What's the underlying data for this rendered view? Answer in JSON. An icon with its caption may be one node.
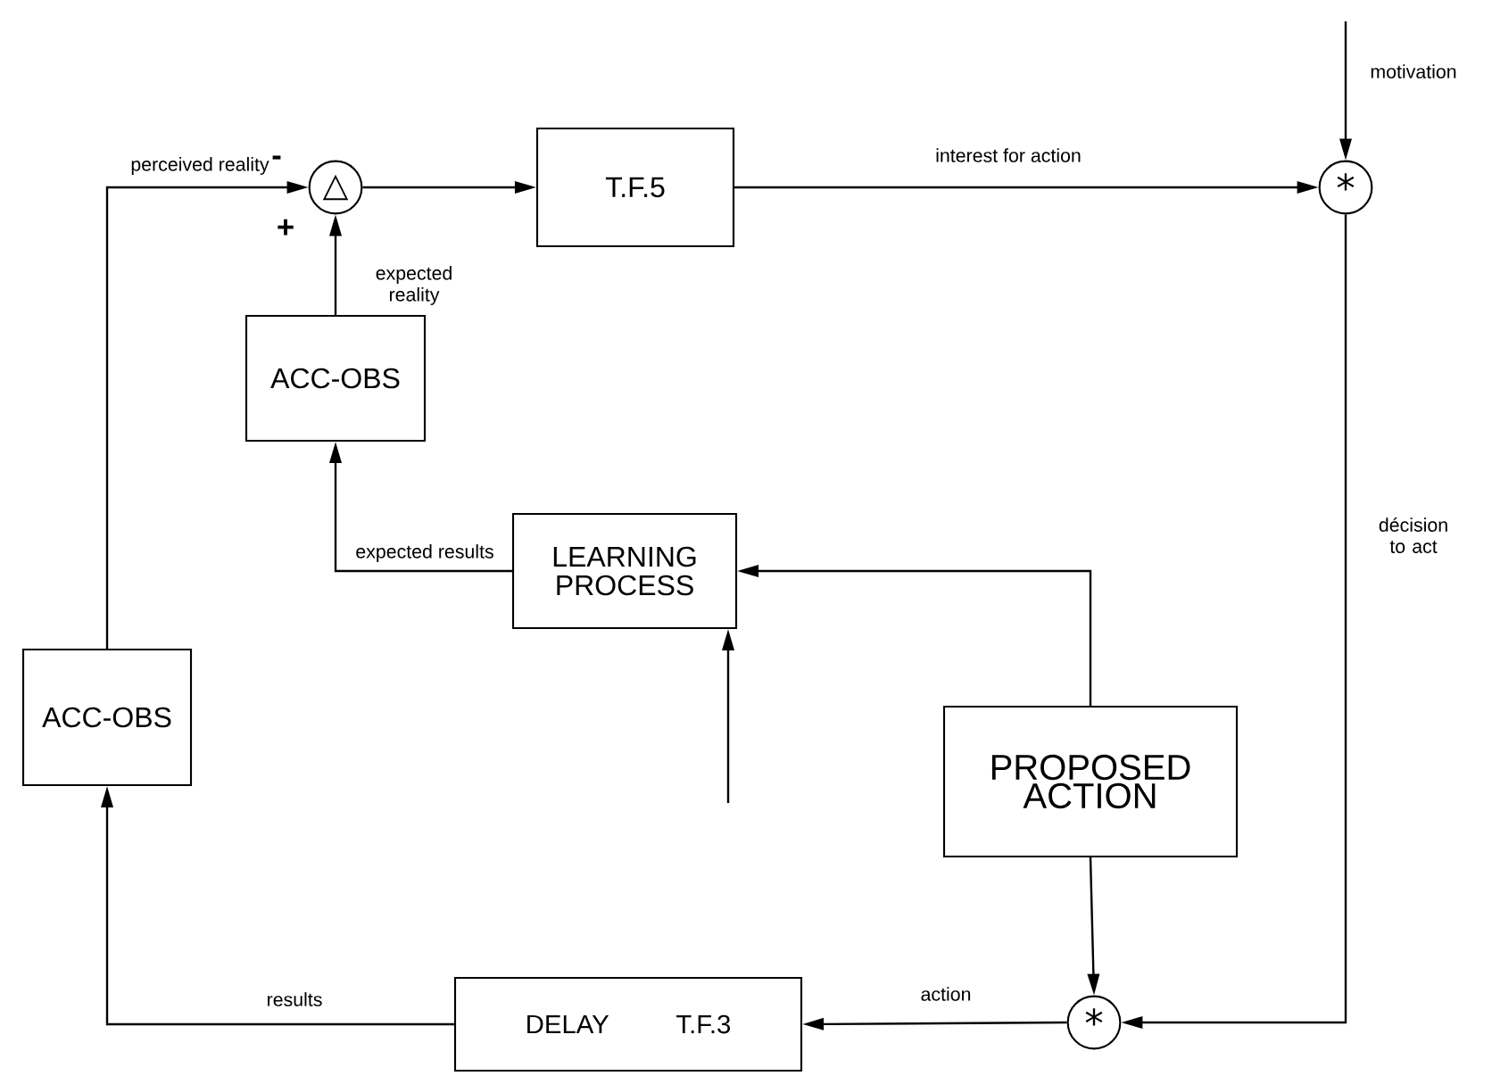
{
  "diagram": {
    "nodes": [
      {
        "text": [
          "△"
        ]
      },
      {
        "text": [
          "T.F.5"
        ]
      },
      {
        "text": [
          "*"
        ]
      },
      {
        "text": [
          "ACC-OBS"
        ]
      },
      {
        "text": [
          "LEARNING PROCESS"
        ]
      },
      {
        "text": [
          "ACC-OBS"
        ]
      },
      {
        "text": [
          "PROPOSED ACTION"
        ]
      },
      {
        "text": [
          "DELAY",
          "T.F.3"
        ]
      },
      {
        "text": [
          "*"
        ]
      }
    ],
    "edges": [
      {
        "from": 5,
        "to": 0,
        "arrow": "to",
        "label": "perceived reality"
      },
      {
        "from": 3,
        "to": 0,
        "arrow": "to",
        "label": "expected reality"
      },
      {
        "from": 0,
        "to": 1,
        "arrow": "to"
      },
      {
        "from": 1,
        "to": 2,
        "arrow": "to",
        "label": "interest for action"
      },
      {
        "from": null,
        "to": 2,
        "arrow": "to",
        "label": "motivation"
      },
      {
        "from": 2,
        "to": 8,
        "arrow": "to",
        "label": "décision to act"
      },
      {
        "from": 6,
        "to": 4,
        "arrow": "to"
      },
      {
        "from": 6,
        "to": 8,
        "arrow": "to"
      },
      {
        "from": 8,
        "to": 7,
        "arrow": "to",
        "label": "action"
      },
      {
        "from": 7,
        "to": 5,
        "arrow": "to",
        "label": "results"
      },
      {
        "from": 4,
        "to": 3,
        "arrow": "to",
        "label": "expected results"
      },
      {
        "from": null,
        "to": 4,
        "arrow": "to"
      }
    ],
    "labels": [
      "-",
      "+"
    ]
  }
}
